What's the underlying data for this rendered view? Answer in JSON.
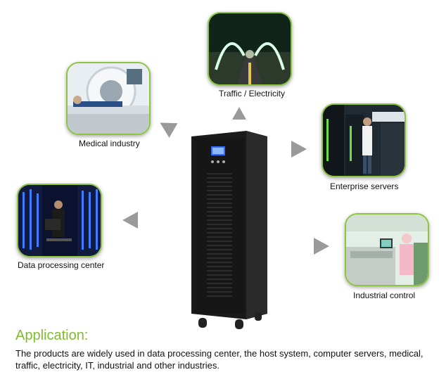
{
  "applications": [
    {
      "label": "Traffic / Electricity",
      "icon": "bridge-highway-photo"
    },
    {
      "label": "Medical industry",
      "icon": "ct-scanner-photo"
    },
    {
      "label": "Enterprise servers",
      "icon": "server-room-photo"
    },
    {
      "label": "Data processing center",
      "icon": "data-center-photo"
    },
    {
      "label": "Industrial control",
      "icon": "factory-worker-photo"
    }
  ],
  "product": {
    "icon": "ups-tower-photo"
  },
  "section": {
    "title": "Application:",
    "description": "The products are widely used in data processing center, the host system, computer servers, medical, traffic, electricity, IT, industrial and other industries."
  },
  "colors": {
    "accent": "#7fbc30",
    "border": "#8cc63f",
    "arrow": "#9a9a9a"
  }
}
